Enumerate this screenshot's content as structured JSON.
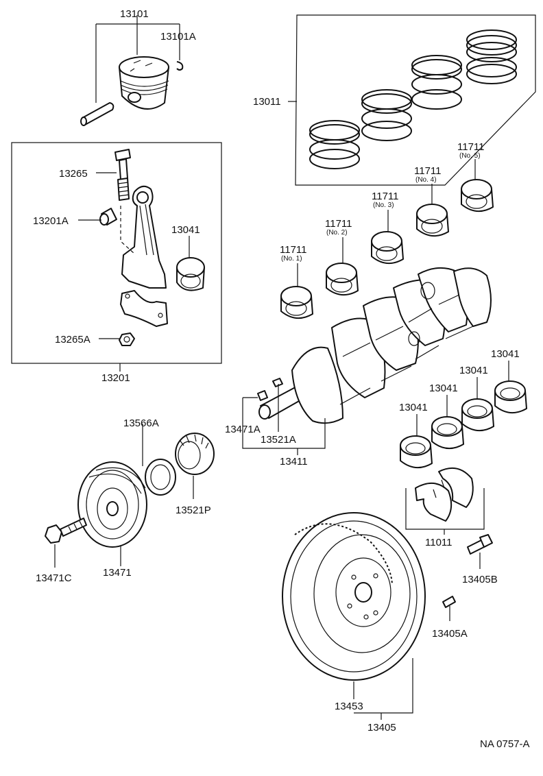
{
  "labels": {
    "piston": "13101",
    "piston_clip": "13101A",
    "piston_ring_set": "13011",
    "conrod_bolt": "13265",
    "conrod_bushing": "13201A",
    "conrod_bearing_top": "13041",
    "conrod_nut": "13265A",
    "conrod_assy": "13201",
    "main_bearing_no5": "11711",
    "main_bearing_no4": "11711",
    "main_bearing_no3": "11711",
    "main_bearing_no2": "11711",
    "main_bearing_no1": "11711",
    "no5": "(No. 5)",
    "no4": "(No. 4)",
    "no3": "(No. 3)",
    "no2": "(No. 2)",
    "no1": "(No. 1)",
    "lower_bearing_a": "13041",
    "lower_bearing_b": "13041",
    "lower_bearing_c": "13041",
    "lower_bearing_d": "13041",
    "crank_key": "13471A",
    "crank_pin_key": "13521A",
    "crankshaft": "13411",
    "oil_seal": "13566A",
    "timing_pulley": "13521P",
    "pulley_bolt": "13471C",
    "crank_pulley": "13471",
    "thrust_washer_set": "11011",
    "flywheel_bolt": "13405B",
    "flywheel_pin": "13405A",
    "ring_gear": "13453",
    "flywheel_assy": "13405",
    "figure_code": "NA 0757-A"
  }
}
